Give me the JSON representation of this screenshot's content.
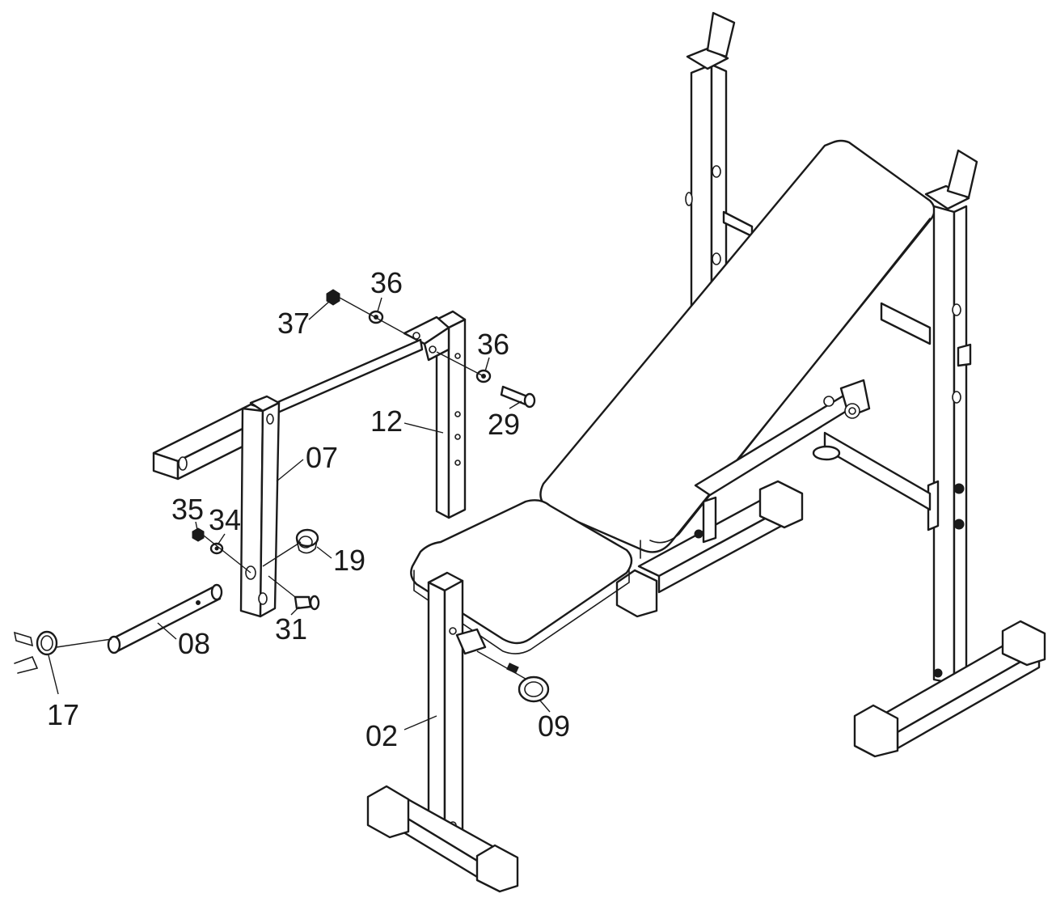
{
  "diagram": {
    "background": "#ffffff",
    "ink": "#1a1a1a",
    "labels": [
      {
        "id": "p37",
        "text": "37"
      },
      {
        "id": "p36a",
        "text": "36"
      },
      {
        "id": "p36b",
        "text": "36"
      },
      {
        "id": "p29",
        "text": "29"
      },
      {
        "id": "p12",
        "text": "12"
      },
      {
        "id": "p07",
        "text": "07"
      },
      {
        "id": "p35",
        "text": "35"
      },
      {
        "id": "p34",
        "text": "34"
      },
      {
        "id": "p19",
        "text": "19"
      },
      {
        "id": "p31",
        "text": "31"
      },
      {
        "id": "p08",
        "text": "08"
      },
      {
        "id": "p17",
        "text": "17"
      },
      {
        "id": "p02",
        "text": "02"
      },
      {
        "id": "p09",
        "text": "09"
      }
    ]
  }
}
